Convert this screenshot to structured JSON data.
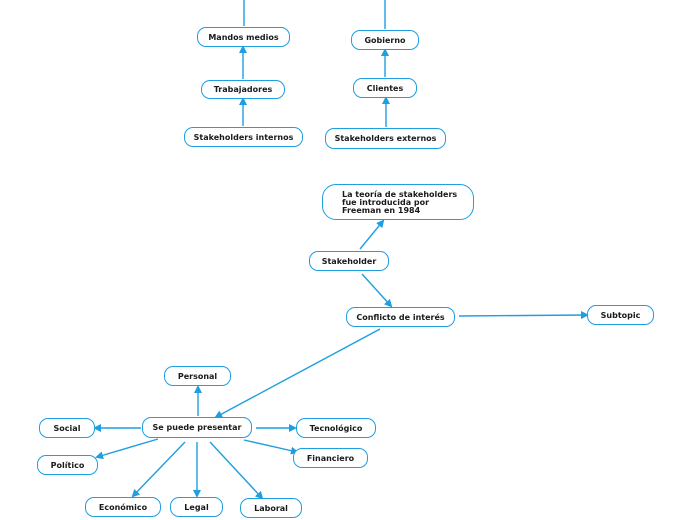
{
  "colors": {
    "connector": "#1f9ee0",
    "node_border": "#1f9ee0",
    "text": "#1a1a1a"
  },
  "nodes": {
    "mandos_medios": "Mandos medios",
    "trabajadores": "Trabajadores",
    "stakeholders_internos": "Stakeholders internos",
    "gobierno": "Gobierno",
    "clientes": "Clientes",
    "stakeholders_externos": "Stakeholders externos",
    "teoria": "La teoría de stakeholders fue introducida por Freeman en 1984",
    "stakeholder": "Stakeholder",
    "conflicto": "Conflicto de interés",
    "subtopic": "Subtopic",
    "personal": "Personal",
    "se_puede_presentar": "Se puede presentar",
    "social": "Social",
    "politico": "Político",
    "tecnologico": "Tecnológico",
    "financiero": "Financiero",
    "economico": "Económico",
    "legal": "Legal",
    "laboral": "Laboral"
  }
}
